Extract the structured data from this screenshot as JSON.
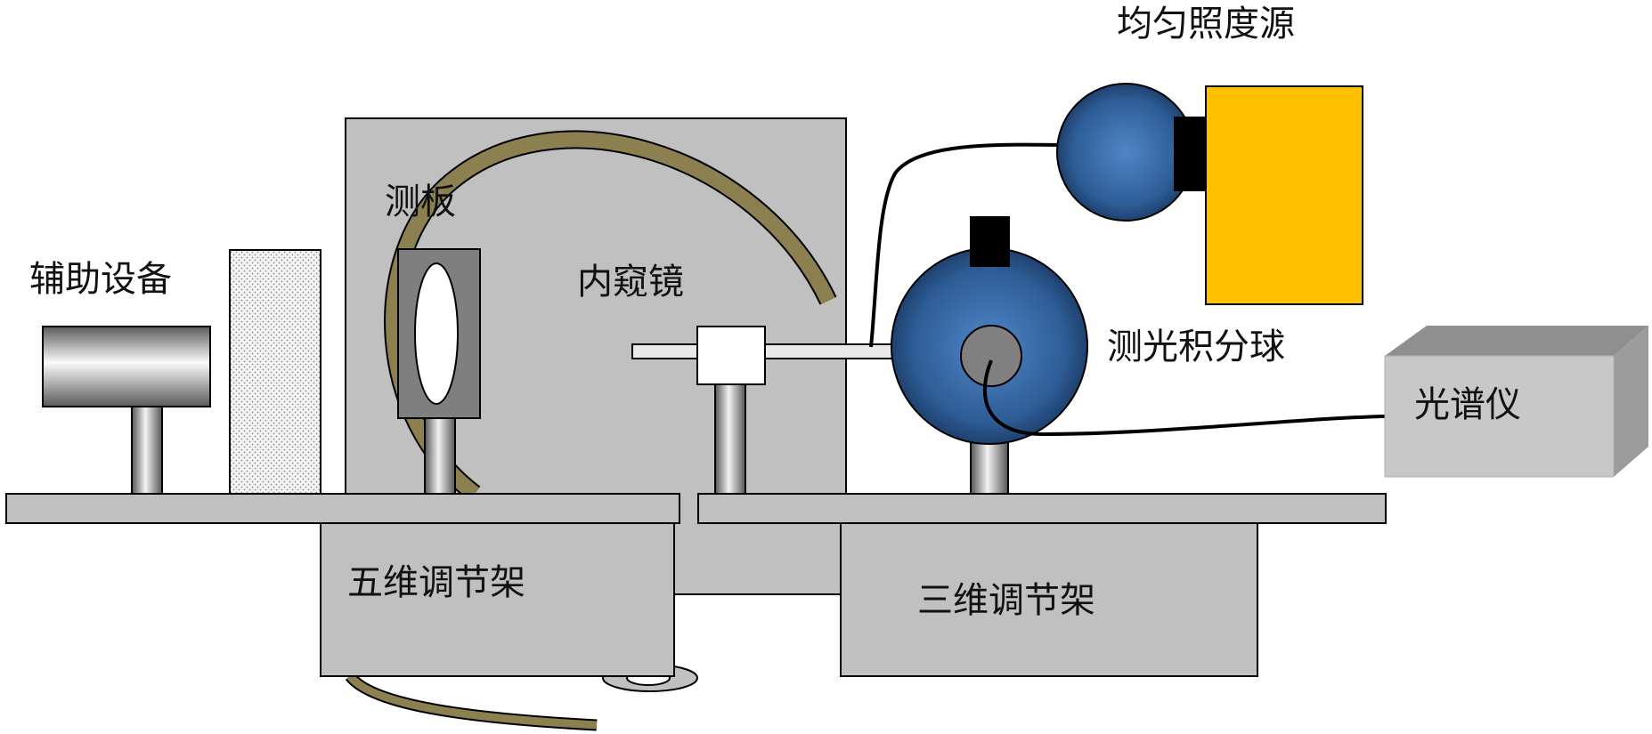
{
  "labels": {
    "auxiliary_equipment": "辅助设备",
    "test_board": "测板",
    "endoscope": "内窥镜",
    "uniform_illuminance_source": "均匀照度源",
    "photometric_integrating_sphere": "测光积分球",
    "spectrometer": "光谱仪",
    "five_axis_stage": "五维调节架",
    "three_axis_stage": "三维调节架"
  },
  "colors": {
    "panel_gray": "#c0c0c0",
    "sphere_blue": "#3a6ca8",
    "source_yellow": "#ffc000",
    "cable_olive": "#8c8050",
    "outline": "#000000"
  }
}
